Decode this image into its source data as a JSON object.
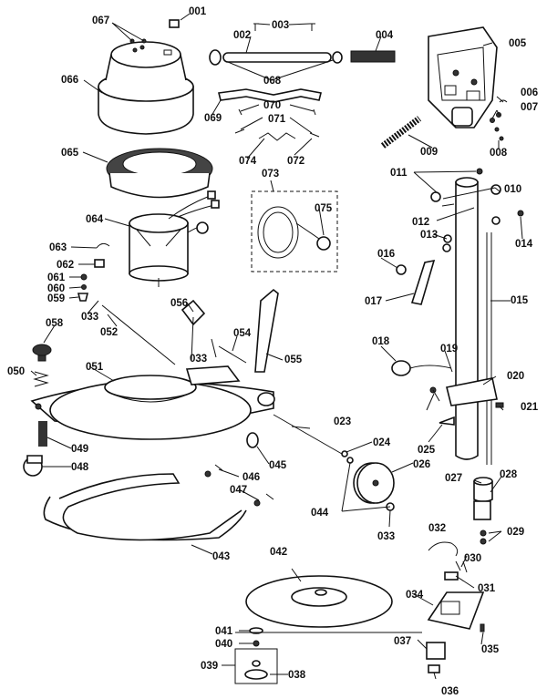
{
  "diagram": {
    "parts": [
      {
        "num": "001",
        "name": "part-001"
      },
      {
        "num": "002",
        "name": "part-002"
      },
      {
        "num": "003",
        "name": "part-003"
      },
      {
        "num": "004",
        "name": "part-004"
      },
      {
        "num": "005",
        "name": "part-005"
      },
      {
        "num": "006",
        "name": "part-006"
      },
      {
        "num": "007",
        "name": "part-007"
      },
      {
        "num": "008",
        "name": "part-008"
      },
      {
        "num": "009",
        "name": "part-009"
      },
      {
        "num": "010",
        "name": "part-010"
      },
      {
        "num": "011",
        "name": "part-011"
      },
      {
        "num": "012",
        "name": "part-012"
      },
      {
        "num": "013",
        "name": "part-013"
      },
      {
        "num": "014",
        "name": "part-014"
      },
      {
        "num": "015",
        "name": "part-015"
      },
      {
        "num": "016",
        "name": "part-016"
      },
      {
        "num": "017",
        "name": "part-017"
      },
      {
        "num": "018",
        "name": "part-018"
      },
      {
        "num": "019",
        "name": "part-019"
      },
      {
        "num": "020",
        "name": "part-020"
      },
      {
        "num": "021",
        "name": "part-021"
      },
      {
        "num": "023",
        "name": "part-023"
      },
      {
        "num": "024",
        "name": "part-024"
      },
      {
        "num": "025",
        "name": "part-025"
      },
      {
        "num": "026",
        "name": "part-026"
      },
      {
        "num": "027",
        "name": "part-027"
      },
      {
        "num": "028",
        "name": "part-028"
      },
      {
        "num": "029",
        "name": "part-029"
      },
      {
        "num": "030",
        "name": "part-030"
      },
      {
        "num": "031",
        "name": "part-031"
      },
      {
        "num": "032",
        "name": "part-032"
      },
      {
        "num": "033",
        "name": "part-033"
      },
      {
        "num": "034",
        "name": "part-034"
      },
      {
        "num": "035",
        "name": "part-035"
      },
      {
        "num": "036",
        "name": "part-036"
      },
      {
        "num": "037",
        "name": "part-037"
      },
      {
        "num": "038",
        "name": "part-038"
      },
      {
        "num": "039",
        "name": "part-039"
      },
      {
        "num": "040",
        "name": "part-040"
      },
      {
        "num": "041",
        "name": "part-041"
      },
      {
        "num": "042",
        "name": "part-042"
      },
      {
        "num": "043",
        "name": "part-043"
      },
      {
        "num": "044",
        "name": "part-044"
      },
      {
        "num": "045",
        "name": "part-045"
      },
      {
        "num": "046",
        "name": "part-046"
      },
      {
        "num": "047",
        "name": "part-047"
      },
      {
        "num": "048",
        "name": "part-048"
      },
      {
        "num": "049",
        "name": "part-049"
      },
      {
        "num": "050",
        "name": "part-050"
      },
      {
        "num": "051",
        "name": "part-051"
      },
      {
        "num": "052",
        "name": "part-052"
      },
      {
        "num": "054",
        "name": "part-054"
      },
      {
        "num": "055",
        "name": "part-055"
      },
      {
        "num": "056",
        "name": "part-056"
      },
      {
        "num": "058",
        "name": "part-058"
      },
      {
        "num": "059",
        "name": "part-059"
      },
      {
        "num": "060",
        "name": "part-060"
      },
      {
        "num": "061",
        "name": "part-061"
      },
      {
        "num": "062",
        "name": "part-062"
      },
      {
        "num": "063",
        "name": "part-063"
      },
      {
        "num": "064",
        "name": "part-064"
      },
      {
        "num": "065",
        "name": "part-065"
      },
      {
        "num": "066",
        "name": "part-066"
      },
      {
        "num": "067",
        "name": "part-067"
      },
      {
        "num": "068",
        "name": "part-068"
      },
      {
        "num": "069",
        "name": "part-069"
      },
      {
        "num": "070",
        "name": "part-070"
      },
      {
        "num": "071",
        "name": "part-071"
      },
      {
        "num": "072",
        "name": "part-072"
      },
      {
        "num": "073",
        "name": "part-073"
      },
      {
        "num": "074",
        "name": "part-074"
      },
      {
        "num": "075",
        "name": "part-075"
      }
    ]
  }
}
